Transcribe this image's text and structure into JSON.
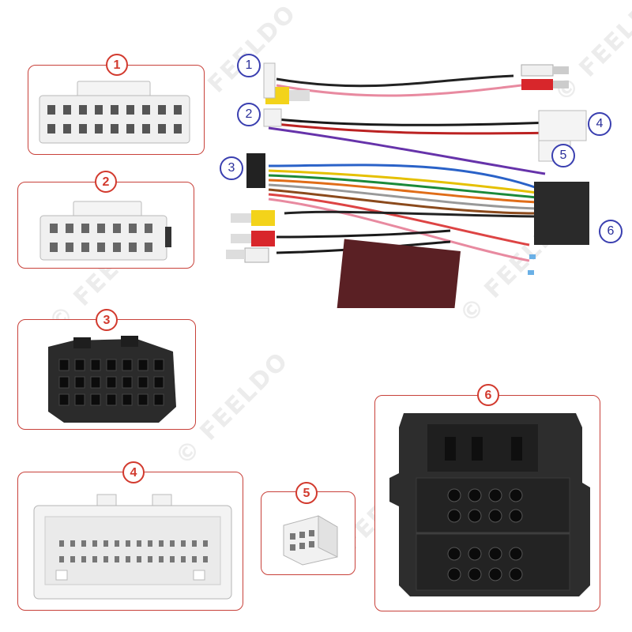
{
  "watermark": "© FEELDO",
  "panels": [
    {
      "number": "1",
      "name": "connector-1"
    },
    {
      "number": "2",
      "name": "connector-2"
    },
    {
      "number": "3",
      "name": "connector-3"
    },
    {
      "number": "4",
      "name": "connector-4"
    },
    {
      "number": "5",
      "name": "connector-5"
    },
    {
      "number": "6",
      "name": "connector-6"
    }
  ],
  "harness_callouts": [
    "1",
    "2",
    "3",
    "4",
    "5",
    "6"
  ],
  "colors": {
    "panel_border": "#c8413a",
    "badge_red": "#d23a2e",
    "badge_blue": "#2a2f9a",
    "connector_white": "#f2f2f2",
    "connector_black": "#2b2b2b"
  }
}
